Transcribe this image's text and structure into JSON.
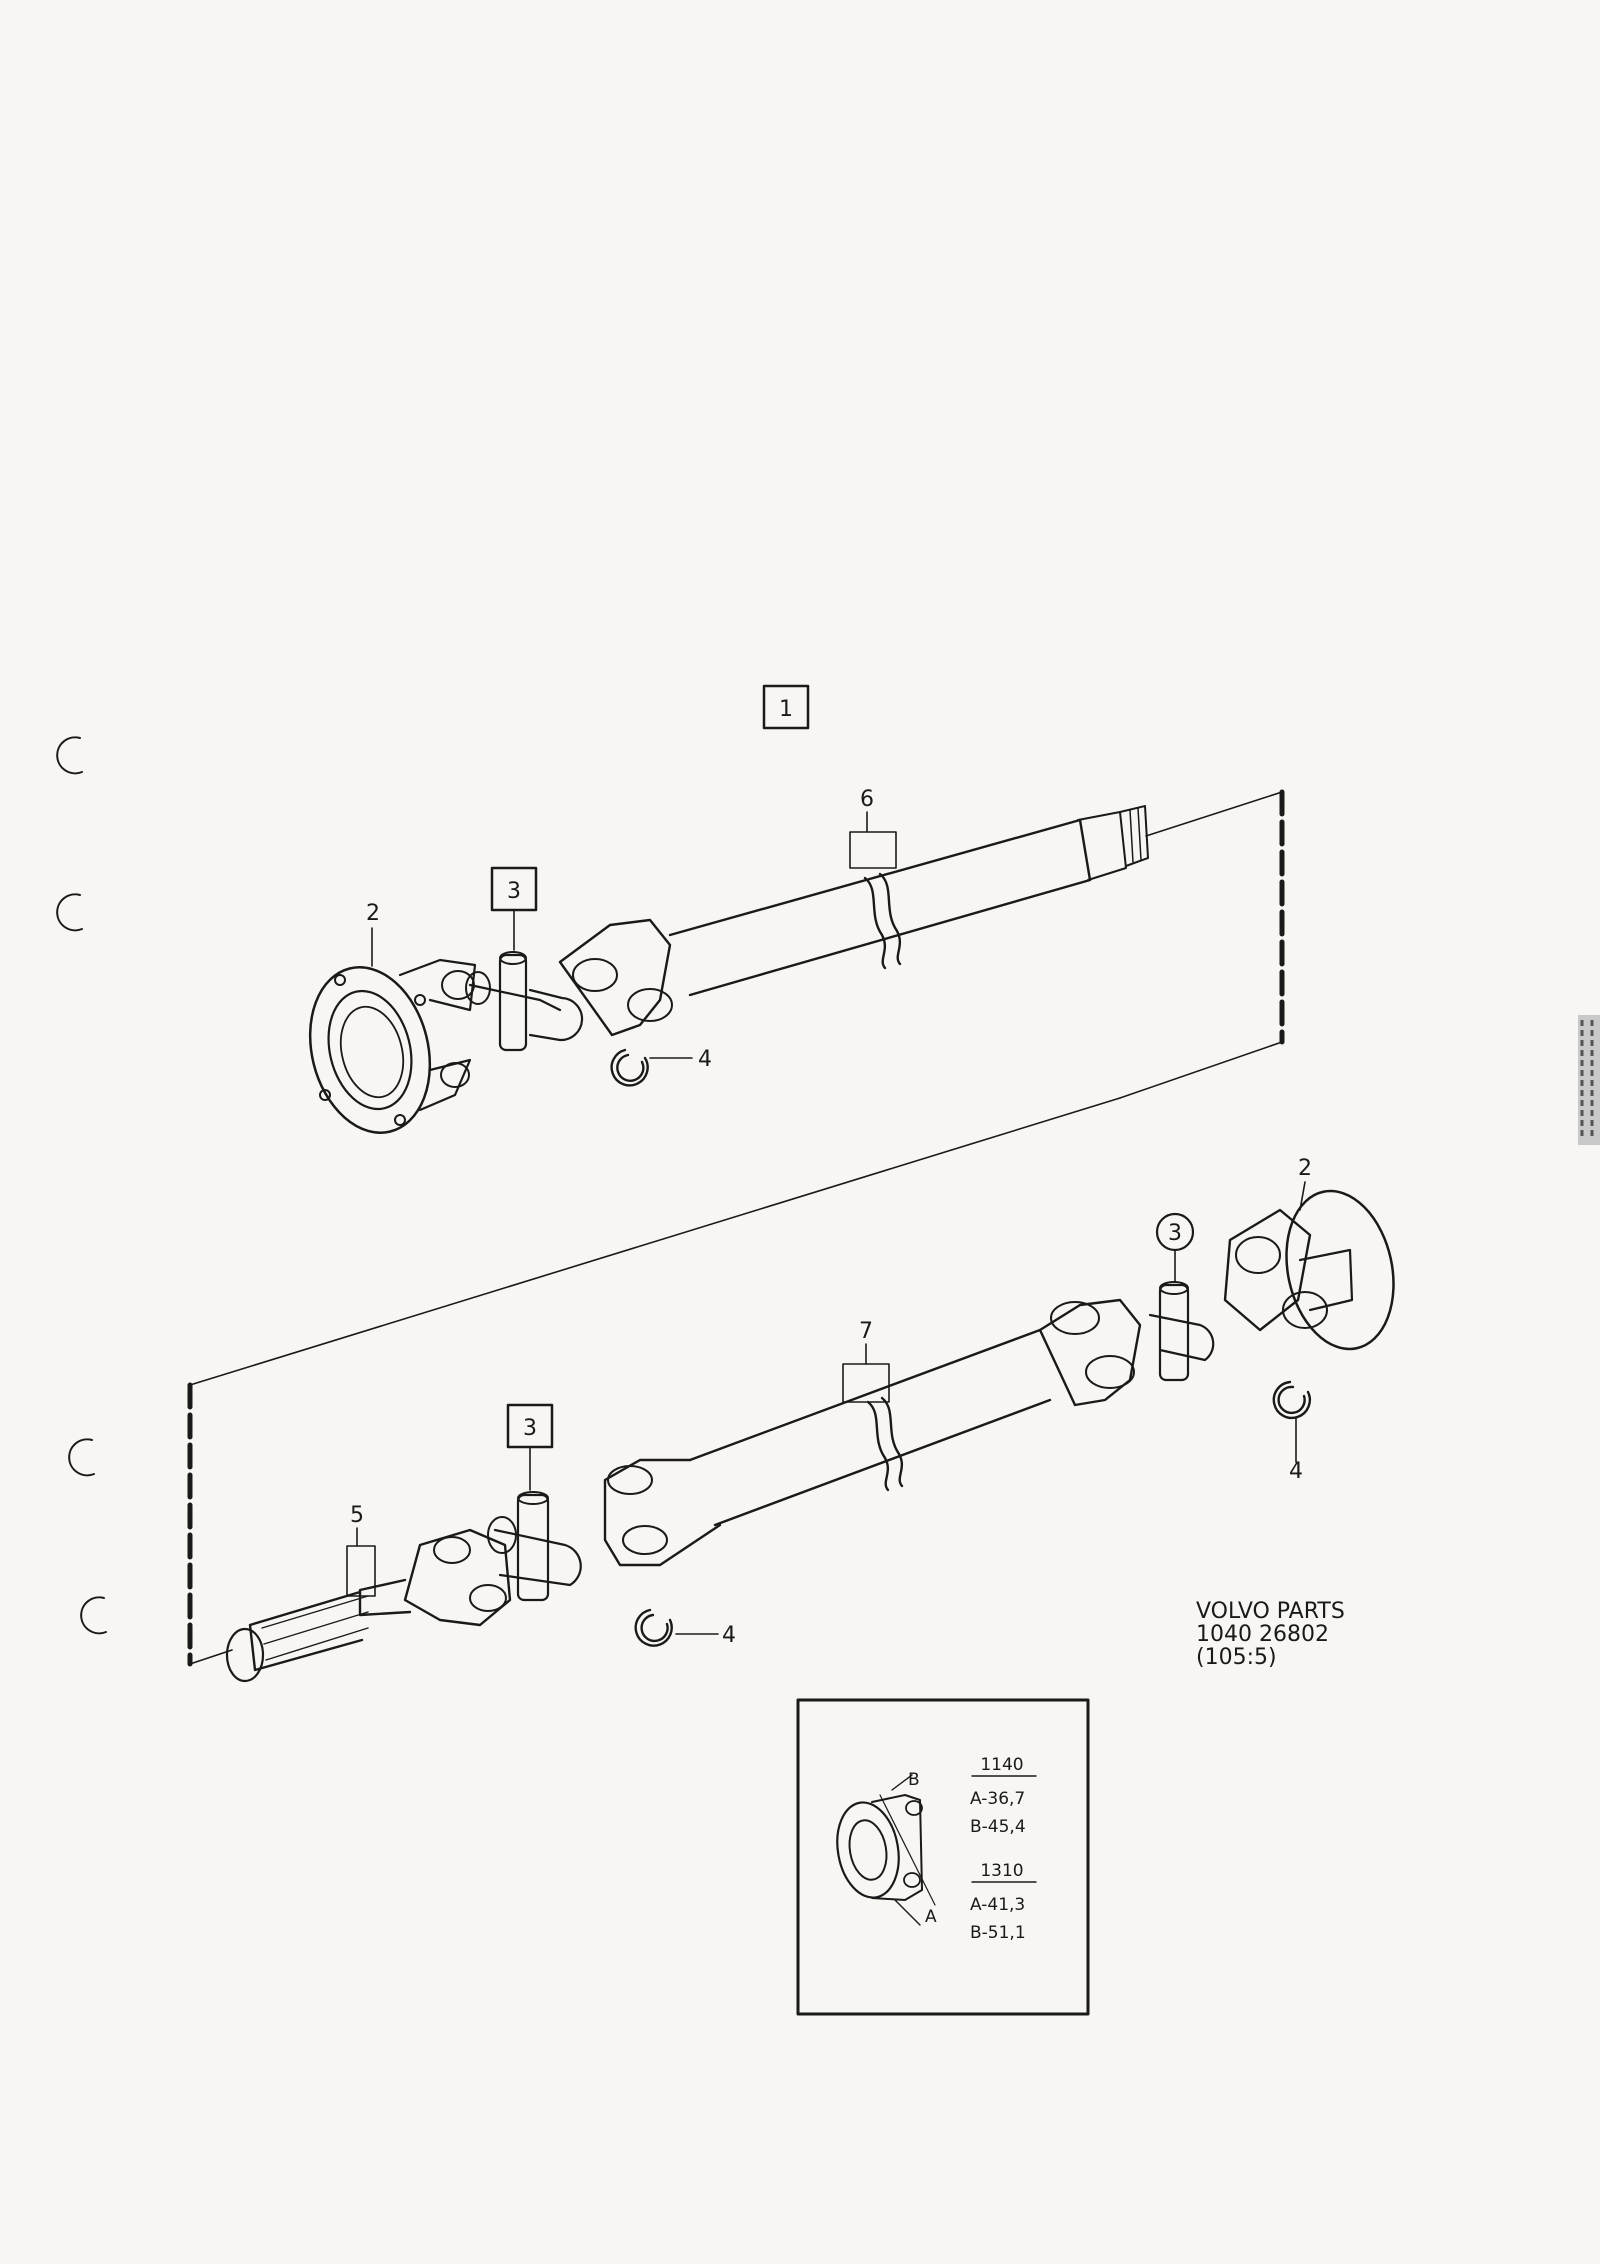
{
  "callouts": {
    "assembly": "1",
    "flange_top": "2",
    "flange_right": "2",
    "joint_top": "3",
    "joint_right": "3",
    "joint_bottom": "3",
    "circlip_top": "4",
    "circlip_right": "4",
    "circlip_bottom": "4",
    "spline_shaft": "5",
    "shaft_top": "6",
    "shaft_bottom": "7"
  },
  "reference": {
    "line1": "VOLVO PARTS",
    "line2": "1040  26802",
    "line3": "(105:5)"
  },
  "inset": {
    "label_a": "A",
    "label_b": "B",
    "spec1": {
      "title": "1140",
      "a": "A-36,7",
      "b": "B-45,4"
    },
    "spec2": {
      "title": "1310",
      "a": "A-41,3",
      "b": "B-51,1"
    }
  }
}
